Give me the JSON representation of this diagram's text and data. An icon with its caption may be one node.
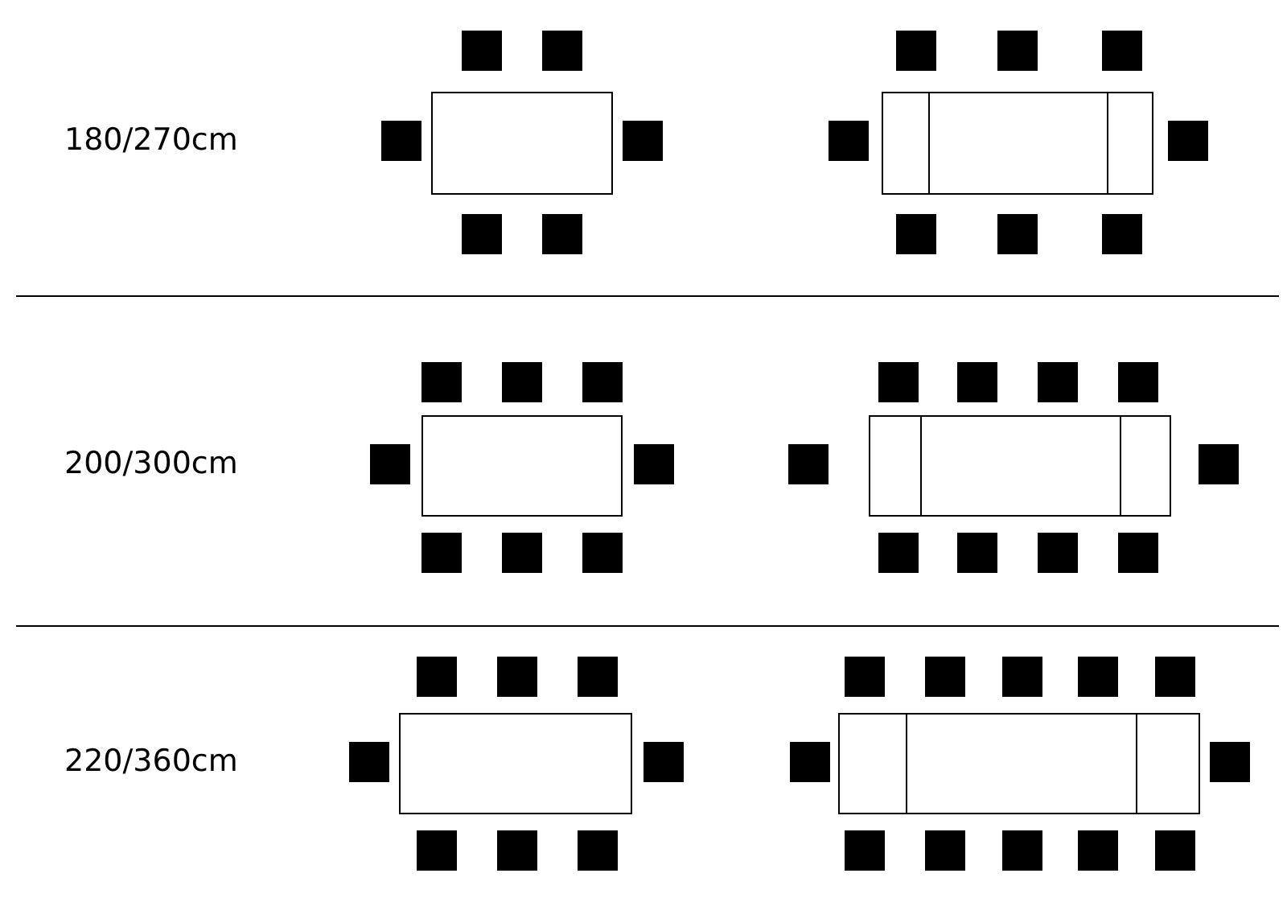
{
  "diagram": {
    "labels": [
      "180/270cm",
      "200/300cm",
      "220/360cm"
    ]
  }
}
